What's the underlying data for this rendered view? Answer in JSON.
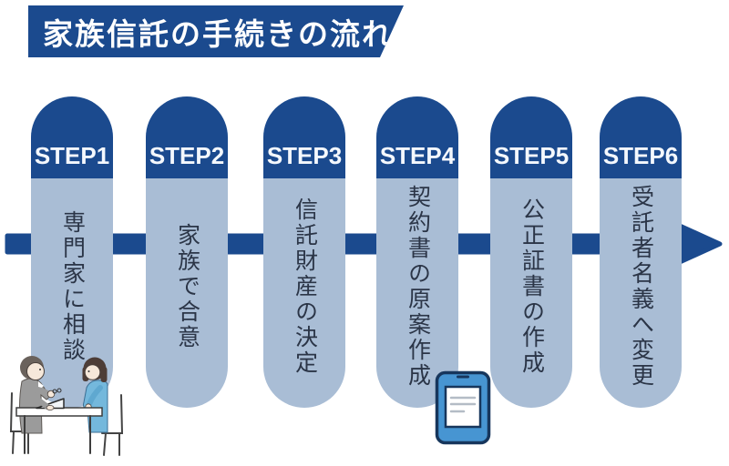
{
  "title": "家族信託の手続きの流れ",
  "steps": [
    {
      "label": "STEP1",
      "text": "専門家に相談"
    },
    {
      "label": "STEP2",
      "text": "家族で合意"
    },
    {
      "label": "STEP3",
      "text": "信託財産の決定"
    },
    {
      "label": "STEP4",
      "text": "契約書の原案作成"
    },
    {
      "label": "STEP5",
      "text": "公正証書の作成"
    },
    {
      "label": "STEP6",
      "text": "受託者名義へ変更"
    }
  ],
  "icons": {
    "consultation": "two-people-consultation-at-table",
    "tablet": "tablet-with-document"
  },
  "colors": {
    "primary_blue": "#1b4a8e",
    "pill_body": "#a9bdd5",
    "step_text": "#2b3547",
    "step_label": "#ffffff",
    "tablet_blue": "#4795d2",
    "background": "#ffffff"
  }
}
